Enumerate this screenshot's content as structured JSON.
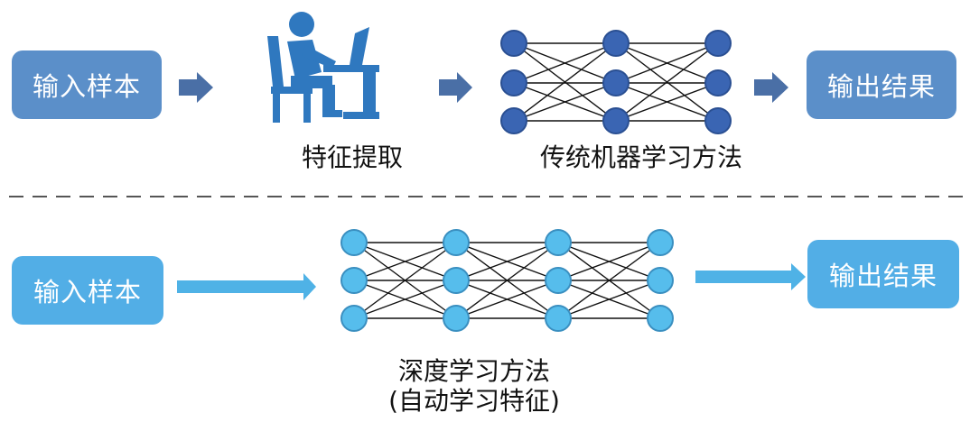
{
  "colors": {
    "dark_box": "#5b8fc9",
    "light_box": "#52aee6",
    "dark_node": "#3a65b3",
    "light_node": "#56bdec",
    "dark_arrow": "#4a6fa6",
    "light_arrow": "#4fb2e6",
    "person_icon": "#2f78bf"
  },
  "top_row": {
    "input_label": "输入样本",
    "feature_caption": "特征提取",
    "ml_caption": "传统机器学习方法",
    "output_label": "输出结果"
  },
  "bottom_row": {
    "input_label": "输入样本",
    "dl_caption_line1": "深度学习方法",
    "dl_caption_line2": "(自动学习特征)",
    "output_label": "输出结果"
  },
  "networks": {
    "shallow_layers": 3,
    "deep_layers": 4,
    "nodes_per_layer": 3
  }
}
